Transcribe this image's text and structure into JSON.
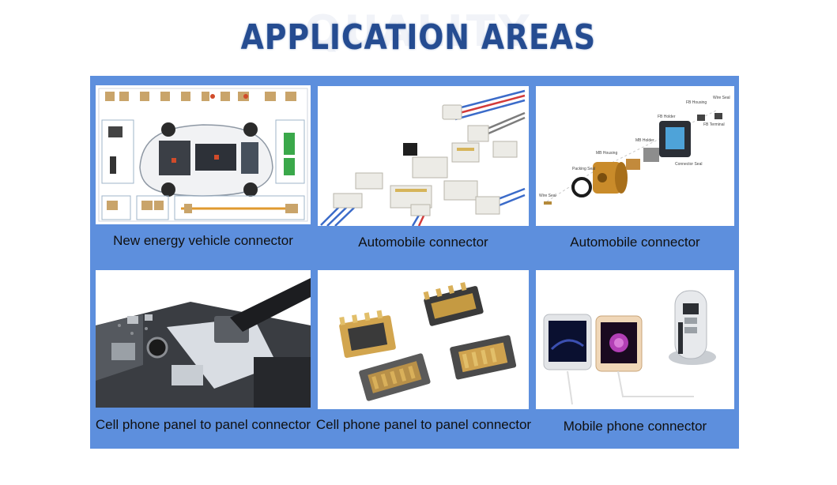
{
  "header": {
    "title": "APPLICATION AREAS",
    "ghost_text": "QUALITY"
  },
  "colors": {
    "panel_background": "#5d8fdd",
    "title": "#254c91",
    "caption_text": "#101010"
  },
  "tiles": [
    {
      "caption": "New energy vehicle connector",
      "image_icon": "ev-car-diagram-icon"
    },
    {
      "caption": "Automobile connector",
      "image_icon": "wire-harness-connectors-icon"
    },
    {
      "caption": "Automobile connector",
      "image_icon": "exploded-connector-icon"
    },
    {
      "caption": "Cell phone panel to panel connector",
      "image_icon": "phone-board-icon"
    },
    {
      "caption": "Cell phone panel to panel connector",
      "image_icon": "board-to-board-connector-icon"
    },
    {
      "caption": "Mobile phone connector",
      "image_icon": "phones-charging-dock-icon"
    }
  ]
}
